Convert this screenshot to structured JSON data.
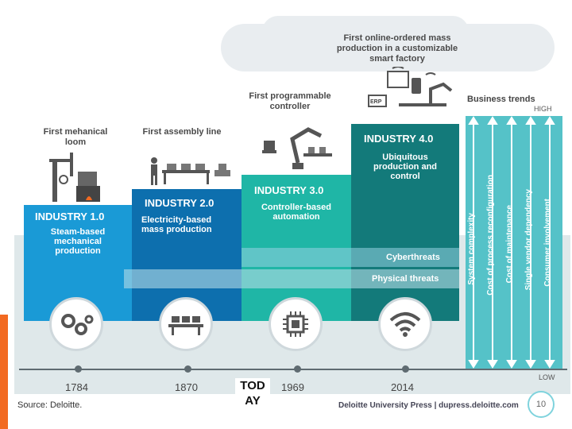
{
  "top_caption": "First online-ordered mass production in a customizable smart factory",
  "captions": {
    "loom": "First mehanical loom",
    "assembly": "First assembly line",
    "plc": "First programmable controller"
  },
  "stages": [
    {
      "title": "INDUSTRY 1.0",
      "subtitle": "Steam-based mechanical production"
    },
    {
      "title": "INDUSTRY 2.0",
      "subtitle": "Electricity-based mass production"
    },
    {
      "title": "INDUSTRY 3.0",
      "subtitle": "Controller-based automation"
    },
    {
      "title": "INDUSTRY 4.0",
      "subtitle": "Ubiquitous production and control"
    }
  ],
  "threats": {
    "cyber": "Cyberthreats",
    "physical": "Physical threats"
  },
  "business_trends": {
    "title": "Business trends",
    "high": "HIGH",
    "low": "LOW",
    "items": [
      "System complexity",
      "Cost of process reconfiguration",
      "Cost of maintenance",
      "Single vendor dependency",
      "Consumer involvement"
    ]
  },
  "erp_label": "ERP",
  "years": [
    "1784",
    "1870",
    "1969",
    "2014"
  ],
  "today": "TOD AY",
  "source": "Source: Deloitte.",
  "footer": "Deloitte University Press  |  dupress.deloitte.com",
  "page_number": "10",
  "colors": {
    "stage1": "#1a9ad6",
    "stage2": "#0d6fae",
    "stage3": "#1fb6a6",
    "stage4": "#137a7a",
    "trends": "#55c2c8",
    "accent_left": "#f26a21"
  }
}
